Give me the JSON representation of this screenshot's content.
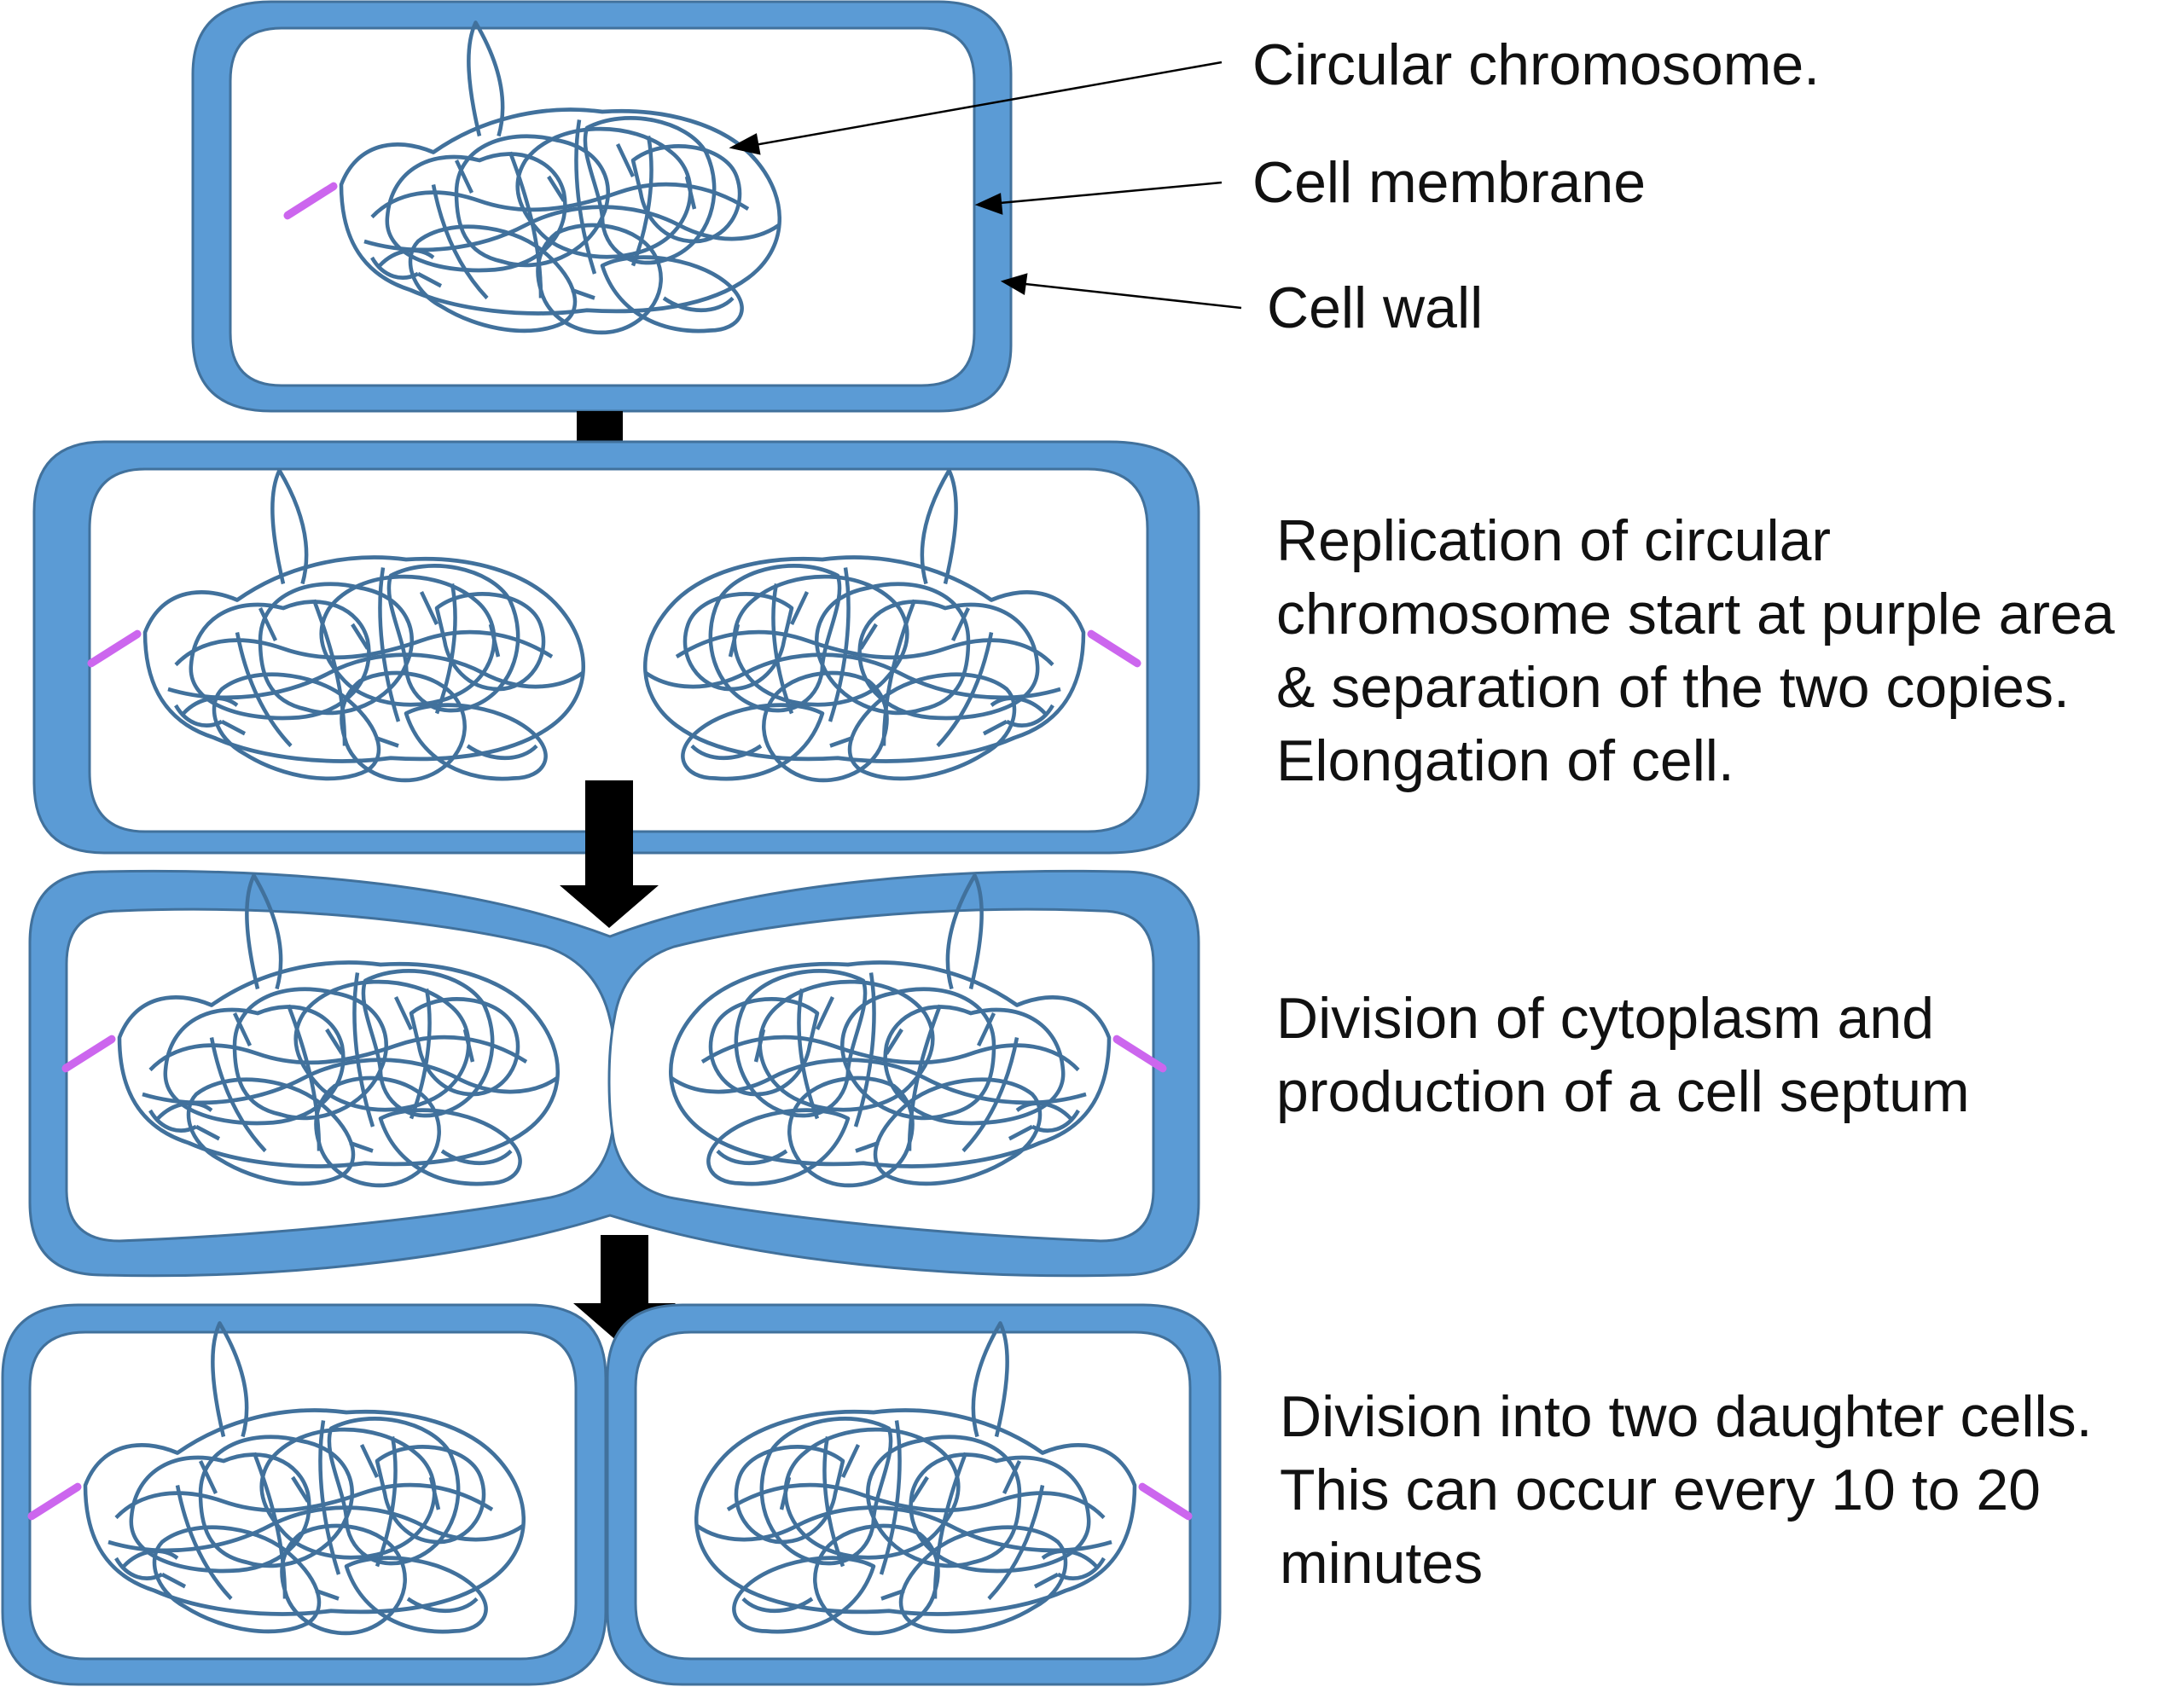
{
  "labels": {
    "chromosome": "Circular chromosome.",
    "membrane": "Cell membrane",
    "wall": "Cell wall"
  },
  "stages": [
    {
      "lines": [
        "Replication of circular",
        "chromosome start at purple area",
        "& separation of the two copies.",
        "Elongation of cell."
      ]
    },
    {
      "lines": [
        "Division of cytoplasm and",
        "production of a cell septum"
      ]
    },
    {
      "lines": [
        "Division into two daughter cells.",
        "This can occur every 10 to 20",
        "minutes"
      ]
    }
  ],
  "colors": {
    "cell_wall": "#5b9bd5",
    "cell_wall_stroke": "#41719c",
    "chromosome": "#41719c",
    "origin": "#cc66ee",
    "arrow": "#000000"
  }
}
